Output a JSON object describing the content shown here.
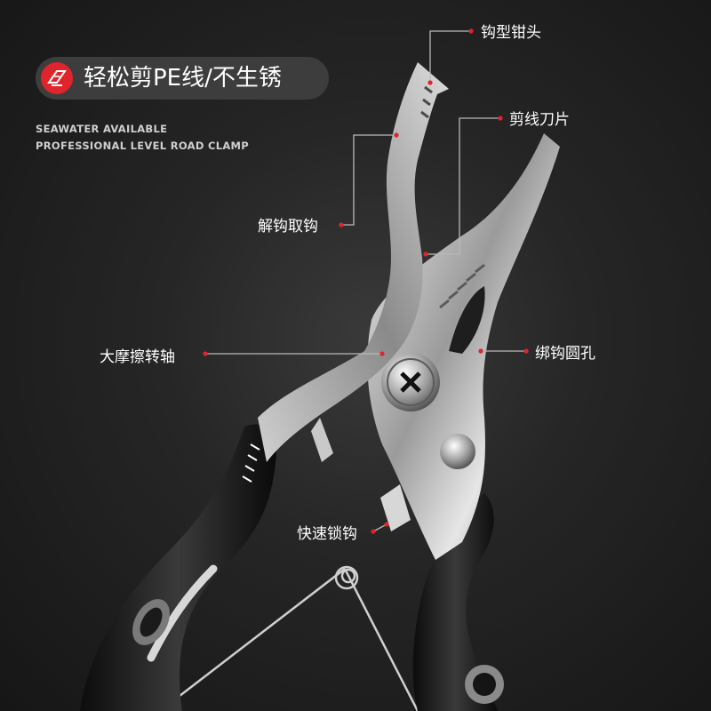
{
  "badge": {
    "text": "轻松剪PE线/不生锈",
    "icon": "pliers-icon"
  },
  "subtitle": {
    "line1": "SEAWATER AVAILABLE",
    "line2": "PROFESSIONAL LEVEL ROAD CLAMP"
  },
  "callouts": {
    "hook_tip": "钩型钳头",
    "cutting_blade": "剪线刀片",
    "hook_remover": "解钩取钩",
    "pivot_axis": "大摩擦转轴",
    "tie_hole": "绑钩圆孔",
    "quick_lock": "快速锁钩"
  },
  "colors": {
    "accent": "#e0242b",
    "badge_bg": "#3d3d3d",
    "background": "#222222"
  }
}
